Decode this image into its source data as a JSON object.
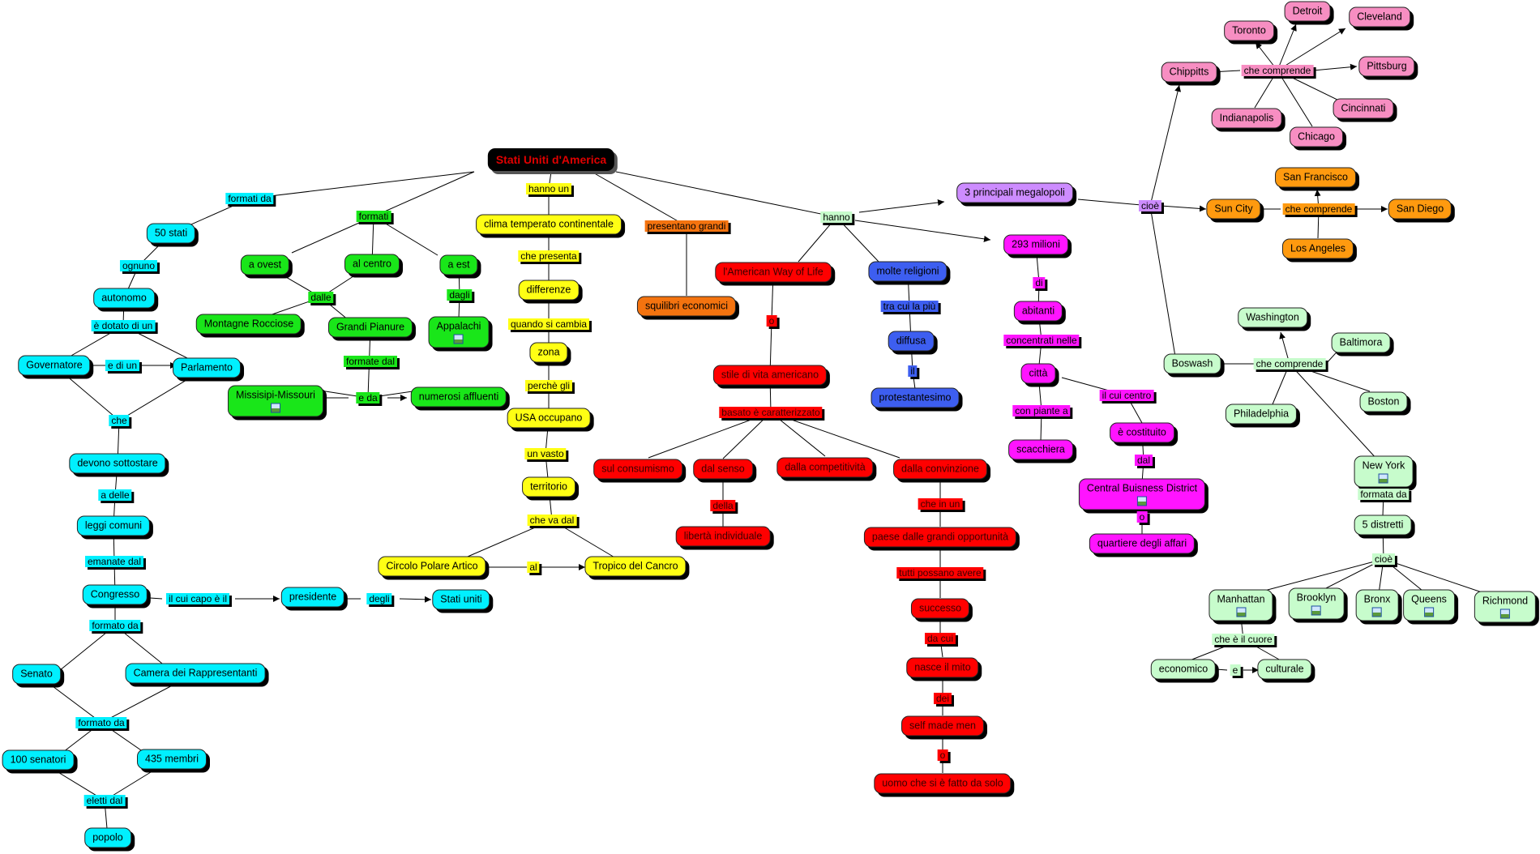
{
  "title": "Stati Uniti d'America",
  "colors": {
    "cyan": "#00f0ff",
    "green": "#19e619",
    "yellow": "#ffff14",
    "orange": "#f4730f",
    "red": "#ff0000",
    "blue": "#3d5ef0",
    "magenta": "#ff14ff",
    "lavender": "#cd8cff",
    "pink": "#f78ec2",
    "amber": "#ff9a0f",
    "mint": "#c7fccc",
    "title_bg": "#000000",
    "title_text": "#e00000"
  },
  "nodes": [
    {
      "id": "t",
      "text": "Stati Uniti d'America"
    },
    {
      "id": "n1",
      "text": "50 stati"
    },
    {
      "id": "n2",
      "text": "autonomo"
    },
    {
      "id": "n3",
      "text": "Governatore"
    },
    {
      "id": "n4",
      "text": "Parlamento"
    },
    {
      "id": "n5",
      "text": "devono sottostare"
    },
    {
      "id": "n6",
      "text": "leggi comuni"
    },
    {
      "id": "n7",
      "text": "Congresso"
    },
    {
      "id": "n8",
      "text": "presidente"
    },
    {
      "id": "n9",
      "text": "Stati uniti"
    },
    {
      "id": "n10",
      "text": "Senato"
    },
    {
      "id": "n11",
      "text": "Camera dei Rappresentanti"
    },
    {
      "id": "n12",
      "text": "100 senatori"
    },
    {
      "id": "n13",
      "text": "435 membri"
    },
    {
      "id": "n14",
      "text": "popolo"
    },
    {
      "id": "g1",
      "text": "a ovest"
    },
    {
      "id": "g2",
      "text": "al centro"
    },
    {
      "id": "g3",
      "text": "a est"
    },
    {
      "id": "g4",
      "text": "Montagne Rocciose"
    },
    {
      "id": "g5",
      "text": "Grandi Pianure"
    },
    {
      "id": "g6",
      "text": "Appalachi",
      "image": true
    },
    {
      "id": "g7",
      "text": "Missisipi-Missouri",
      "image": true
    },
    {
      "id": "g8",
      "text": "numerosi affluenti"
    },
    {
      "id": "y1",
      "text": "clima temperato continentale"
    },
    {
      "id": "y2",
      "text": "differenze"
    },
    {
      "id": "y3",
      "text": "zona"
    },
    {
      "id": "y4",
      "text": "USA occupano"
    },
    {
      "id": "y5",
      "text": "territorio"
    },
    {
      "id": "y6",
      "text": "Circolo Polare Artico"
    },
    {
      "id": "y7",
      "text": "Tropico del Cancro"
    },
    {
      "id": "o1",
      "text": "squilibri economici"
    },
    {
      "id": "r1",
      "text": "l'American Way of Life"
    },
    {
      "id": "r2",
      "text": "stile di vita americano"
    },
    {
      "id": "r3",
      "text": "sul consumismo"
    },
    {
      "id": "r4",
      "text": "dal senso"
    },
    {
      "id": "r5",
      "text": "dalla competitività"
    },
    {
      "id": "r6",
      "text": "dalla convinzione"
    },
    {
      "id": "r7",
      "text": "libertà individuale"
    },
    {
      "id": "r8",
      "text": "paese dalle grandi opportunità"
    },
    {
      "id": "r9",
      "text": "successo"
    },
    {
      "id": "r10",
      "text": "nasce il mito"
    },
    {
      "id": "r11",
      "text": "self made men"
    },
    {
      "id": "r12",
      "text": "uomo che si è fatto da solo"
    },
    {
      "id": "b1",
      "text": "molte religioni"
    },
    {
      "id": "b2",
      "text": "diffusa"
    },
    {
      "id": "b3",
      "text": "protestantesimo"
    },
    {
      "id": "m1",
      "text": "293 milioni"
    },
    {
      "id": "m2",
      "text": "abitanti"
    },
    {
      "id": "m3",
      "text": "città"
    },
    {
      "id": "m4",
      "text": "scacchiera"
    },
    {
      "id": "m5",
      "text": "è costituito"
    },
    {
      "id": "m6",
      "text": "Central Buisness District",
      "image": true
    },
    {
      "id": "m7",
      "text": "quartiere degli affari"
    },
    {
      "id": "l1",
      "text": "3 principali megalopoli"
    },
    {
      "id": "p1",
      "text": "Chippitts"
    },
    {
      "id": "p2",
      "text": "Toronto"
    },
    {
      "id": "p3",
      "text": "Detroit"
    },
    {
      "id": "p4",
      "text": "Cleveland"
    },
    {
      "id": "p5",
      "text": "Pittsburg"
    },
    {
      "id": "p6",
      "text": "Cincinnati"
    },
    {
      "id": "p7",
      "text": "Chicago"
    },
    {
      "id": "p8",
      "text": "Indianapolis"
    },
    {
      "id": "a1",
      "text": "Sun City"
    },
    {
      "id": "a2",
      "text": "San Francisco"
    },
    {
      "id": "a3",
      "text": "San Diego"
    },
    {
      "id": "a4",
      "text": "Los Angeles"
    },
    {
      "id": "k1",
      "text": "Boswash"
    },
    {
      "id": "k2",
      "text": "Washington"
    },
    {
      "id": "k3",
      "text": "Baltimora"
    },
    {
      "id": "k4",
      "text": "Boston"
    },
    {
      "id": "k5",
      "text": "Philadelphia"
    },
    {
      "id": "k6",
      "text": "New York",
      "image": true
    },
    {
      "id": "k7",
      "text": "5 distretti"
    },
    {
      "id": "k8",
      "text": "Manhattan",
      "image": true
    },
    {
      "id": "k9",
      "text": "Brooklyn",
      "image": true
    },
    {
      "id": "k10",
      "text": "Bronx",
      "image": true
    },
    {
      "id": "k11",
      "text": "Queens",
      "image": true
    },
    {
      "id": "k12",
      "text": "Richmond",
      "image": true
    },
    {
      "id": "k13",
      "text": "economico"
    },
    {
      "id": "k14",
      "text": "culturale"
    }
  ],
  "labels": [
    {
      "id": "L1",
      "text": "formati da"
    },
    {
      "id": "L2",
      "text": "ognuno"
    },
    {
      "id": "L3",
      "text": "è dotato di un"
    },
    {
      "id": "L4",
      "text": "e di un"
    },
    {
      "id": "L5",
      "text": "che"
    },
    {
      "id": "L6",
      "text": "a delle"
    },
    {
      "id": "L7",
      "text": "emanate dal"
    },
    {
      "id": "L8",
      "text": "il cui capo è il"
    },
    {
      "id": "L9",
      "text": "degli"
    },
    {
      "id": "L10",
      "text": "formato da"
    },
    {
      "id": "L11",
      "text": "formato da"
    },
    {
      "id": "L12",
      "text": "eletti dal"
    },
    {
      "id": "L13",
      "text": "formati"
    },
    {
      "id": "L14",
      "text": "dalle"
    },
    {
      "id": "L15",
      "text": "dagli"
    },
    {
      "id": "L16",
      "text": "formate dal"
    },
    {
      "id": "L17",
      "text": "e da"
    },
    {
      "id": "L18",
      "text": "hanno un"
    },
    {
      "id": "L19",
      "text": "che presenta"
    },
    {
      "id": "L20",
      "text": "quando si cambia"
    },
    {
      "id": "L21",
      "text": "perchè gli"
    },
    {
      "id": "L22",
      "text": "un vasto"
    },
    {
      "id": "L23",
      "text": "che va dal"
    },
    {
      "id": "L24",
      "text": "al"
    },
    {
      "id": "L25",
      "text": "presentano grandi"
    },
    {
      "id": "L26",
      "text": "hanno"
    },
    {
      "id": "L27",
      "text": "o"
    },
    {
      "id": "L28",
      "text": "basato è caratterizzato"
    },
    {
      "id": "L29",
      "text": "della"
    },
    {
      "id": "L30",
      "text": "che in un"
    },
    {
      "id": "L31",
      "text": "tutti possano avere"
    },
    {
      "id": "L32",
      "text": "da cui"
    },
    {
      "id": "L33",
      "text": "dei"
    },
    {
      "id": "L34",
      "text": "o"
    },
    {
      "id": "L35",
      "text": "tra cui la più"
    },
    {
      "id": "L36",
      "text": "il"
    },
    {
      "id": "L37",
      "text": "di"
    },
    {
      "id": "L38",
      "text": "concentrati nelle"
    },
    {
      "id": "L39",
      "text": "con piante a"
    },
    {
      "id": "L40",
      "text": "il cui centro"
    },
    {
      "id": "L41",
      "text": "dal"
    },
    {
      "id": "L42",
      "text": "o"
    },
    {
      "id": "L43",
      "text": "cioè"
    },
    {
      "id": "L44",
      "text": "che comprende"
    },
    {
      "id": "L45",
      "text": "che comprende"
    },
    {
      "id": "L46",
      "text": "che comprende"
    },
    {
      "id": "L47",
      "text": "formata da"
    },
    {
      "id": "L48",
      "text": "cioè"
    },
    {
      "id": "L49",
      "text": "che è il cuore"
    },
    {
      "id": "L50",
      "text": "e"
    }
  ]
}
